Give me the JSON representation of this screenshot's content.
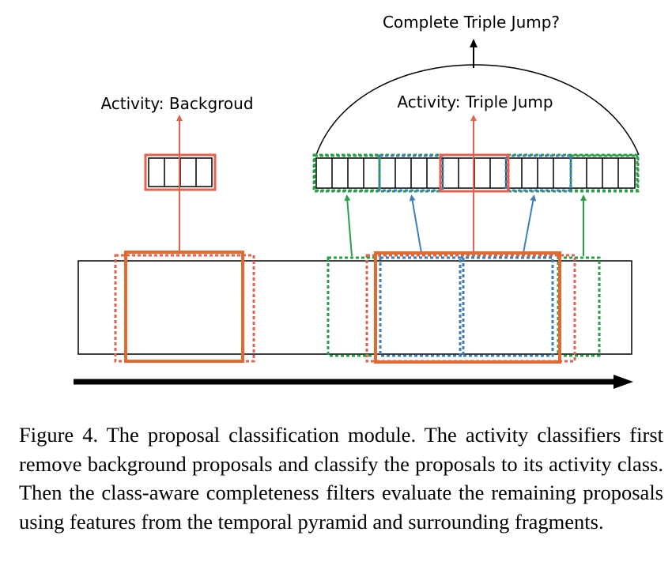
{
  "labels": {
    "top": "Complete Triple Jump?",
    "background": "Activity: Backgroud",
    "activity": "Activity: Triple Jump"
  },
  "caption": "Figure 4. The proposal classification module. The activity classifiers first remove background proposals and classify the proposals to its activity class. Then the class-aware completeness filters evaluate the remaining proposals using features from the temporal pyramid and surrounding fragments.",
  "colors": {
    "orange": "#e36a2c",
    "salmon": "#e0634f",
    "blue": "#3f7fb9",
    "green": "#2aa049",
    "black": "#000000"
  }
}
